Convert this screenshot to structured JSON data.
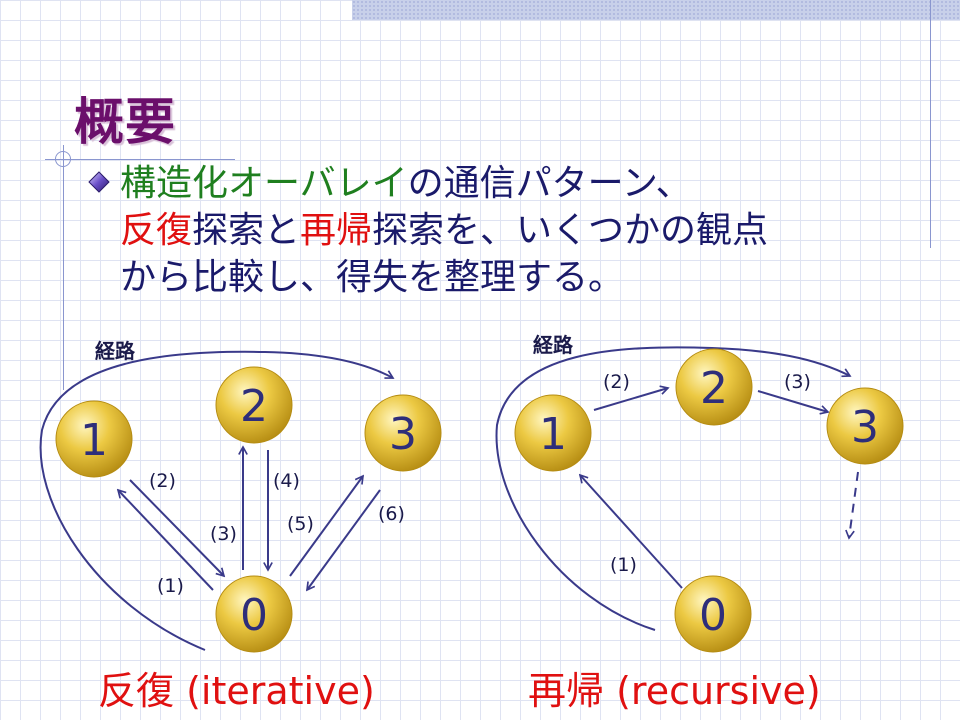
{
  "title": "概要",
  "body": {
    "line1": {
      "green": "構造化オーバレイ",
      "rest": "の通信パターン、"
    },
    "line2": {
      "red1": "反復",
      "mid1": "探索と",
      "red2": "再帰",
      "mid2": "探索を、いくつかの観点"
    },
    "line3": "から比較し、得失を整理する。"
  },
  "diagrams": {
    "iterative": {
      "route_label": "経路",
      "nodes": [
        "0",
        "1",
        "2",
        "3"
      ],
      "edge_labels": [
        "(1)",
        "(2)",
        "(3)",
        "(4)",
        "(5)",
        "(6)"
      ],
      "caption": "反復 (iterative)"
    },
    "recursive": {
      "route_label": "経路",
      "nodes": [
        "0",
        "1",
        "2",
        "3"
      ],
      "edge_labels": [
        "(1)",
        "(2)",
        "(3)"
      ],
      "caption": "再帰 (recursive)"
    }
  },
  "colors": {
    "title": "#6b0f6b",
    "text": "#1a1a6a",
    "highlight_green": "#1f7f1f",
    "highlight_red": "#e01010",
    "node_fill": "#e8c33a",
    "arrow": "#3a3a8a"
  }
}
